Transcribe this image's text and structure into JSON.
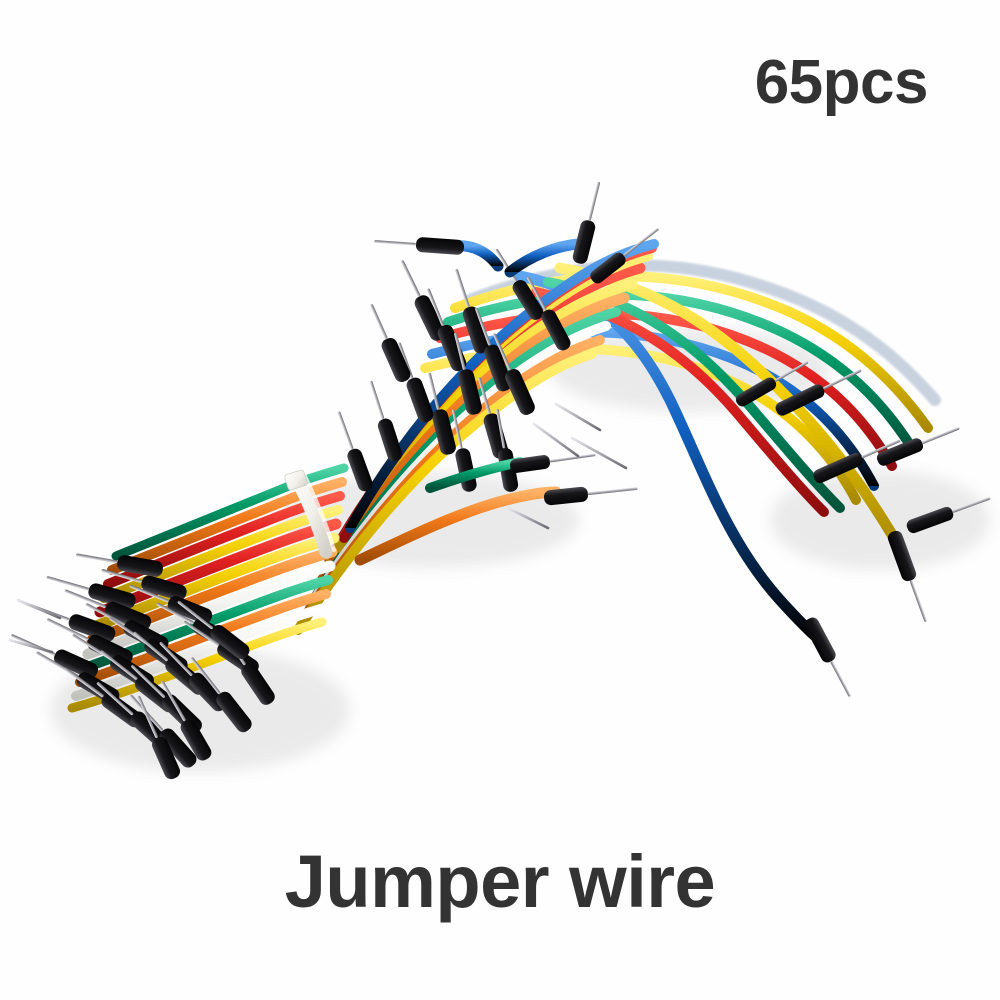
{
  "image": {
    "subject": "jumper-wire-bundle",
    "background_color": "#fefefe"
  },
  "labels": {
    "quantity": "65pcs",
    "title": "Jumper wire",
    "text_color": "#333333"
  },
  "product": {
    "name": "Jumper wire",
    "piece_count": "65pcs",
    "tie_color": "#f2f0ea",
    "connector_boot_color": "#17171a",
    "pin_color": "#b9b9bd"
  },
  "wire_colors": [
    {
      "name": "red",
      "hex": "#e02020"
    },
    {
      "name": "yellow",
      "hex": "#f5d000"
    },
    {
      "name": "orange",
      "hex": "#f07818"
    },
    {
      "name": "green",
      "hex": "#009966"
    },
    {
      "name": "blue",
      "hex": "#1060c0"
    },
    {
      "name": "white",
      "hex": "#f4f4f2"
    },
    {
      "name": "black",
      "hex": "#1a1a1a"
    }
  ]
}
